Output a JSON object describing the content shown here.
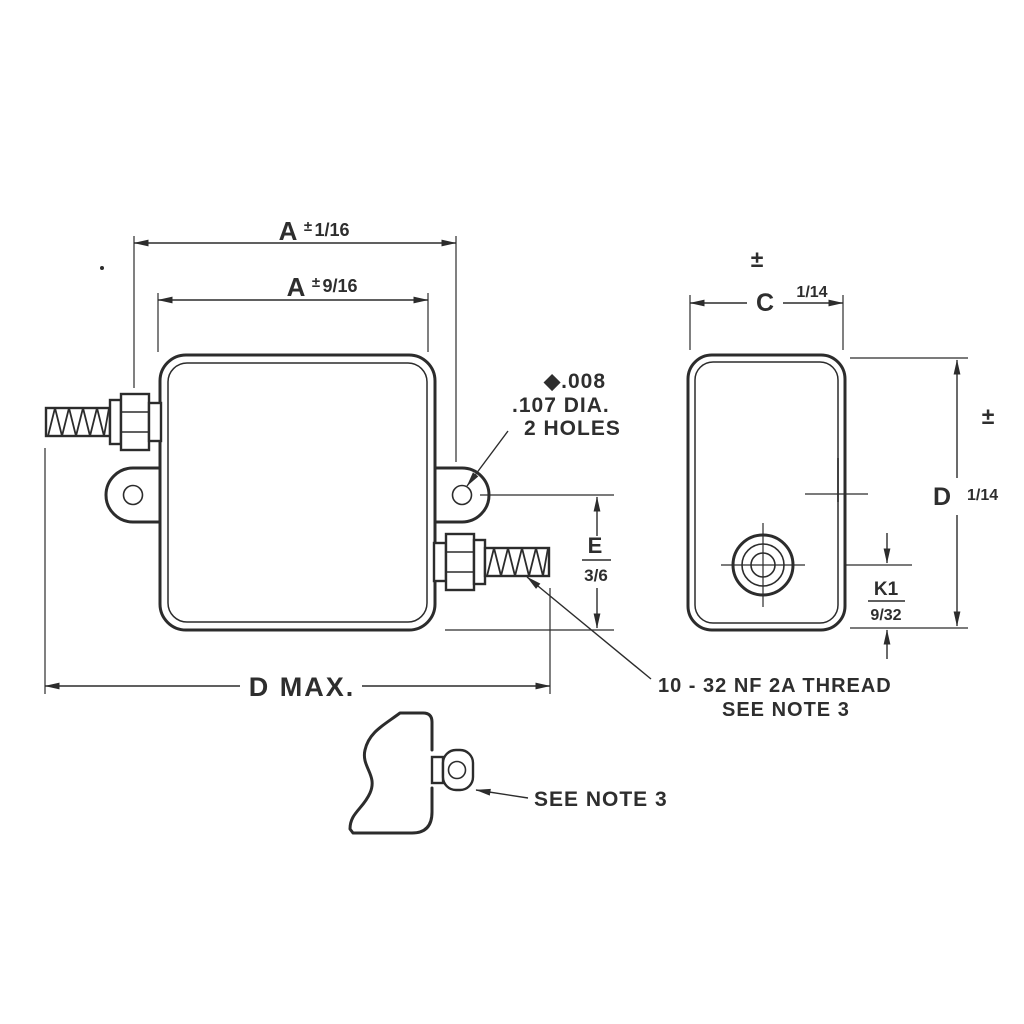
{
  "drawing": {
    "front_view": {
      "dim_a_outer_letter": "A",
      "dim_a_outer_tol": "±",
      "dim_a_outer_frac": "1/16",
      "dim_a_inner_letter": "A",
      "dim_a_inner_tol": "±",
      "dim_a_inner_frac": "9/16",
      "dim_d_max": "D MAX.",
      "dim_e_letter": "E",
      "dim_e_frac": "3/6",
      "holes_note_line1": "◆.008",
      "holes_note_line2": ".107 DIA.",
      "holes_note_line3": "2 HOLES",
      "thread_note_line1": "10 - 32 NF 2A THREAD",
      "thread_note_line2": "SEE NOTE 3"
    },
    "side_view": {
      "dim_c_tol": "±",
      "dim_c_letter": "C",
      "dim_c_frac": "1/14",
      "dim_d_tol": "±",
      "dim_d_letter": "D",
      "dim_d_frac": "1/14",
      "dim_k1_letter": "K1",
      "dim_k1_frac": "9/32"
    },
    "detail_view": {
      "note": "SEE NOTE 3"
    },
    "colors": {
      "line": "#2c2c2c",
      "background": "#ffffff"
    }
  }
}
